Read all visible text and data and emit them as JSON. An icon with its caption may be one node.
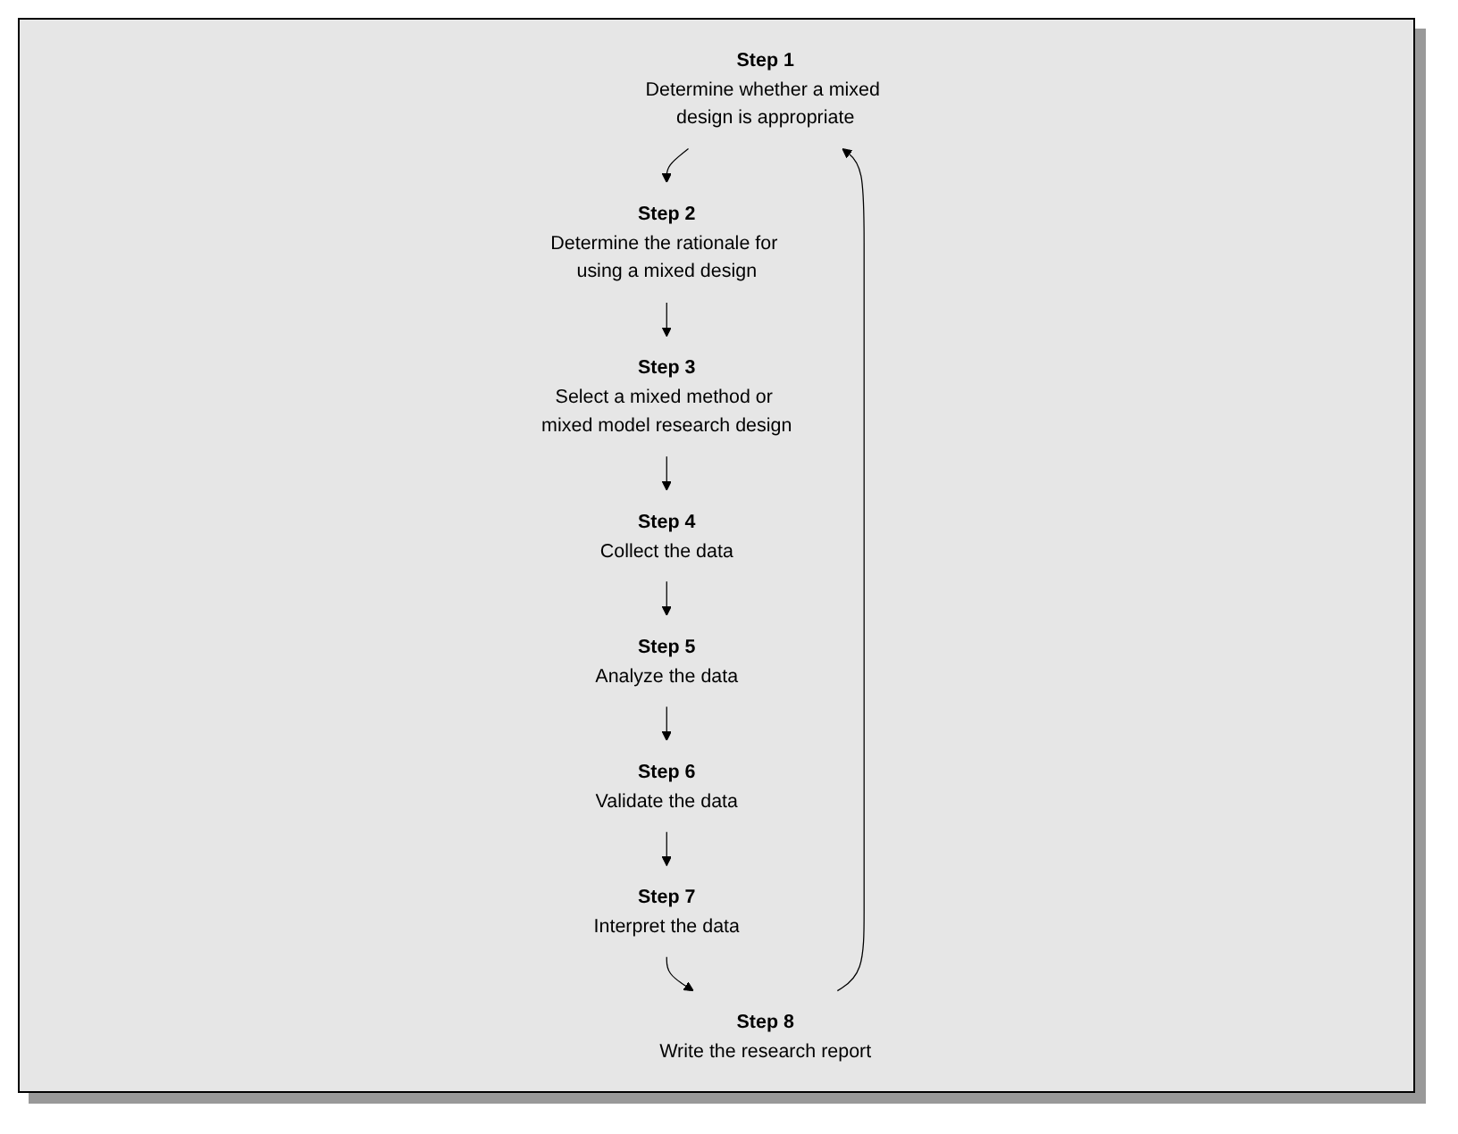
{
  "diagram": {
    "nodes": [
      {
        "text": [
          "Step 1",
          "Determine whether a mixed design is appropriate"
        ]
      },
      {
        "text": [
          "Step 2",
          "Determine the rationale for using a mixed design"
        ]
      },
      {
        "text": [
          "Step 3",
          "Select a mixed method or mixed model research design"
        ]
      },
      {
        "text": [
          "Step 4",
          "Collect the data"
        ]
      },
      {
        "text": [
          "Step 5",
          "Analyze the data"
        ]
      },
      {
        "text": [
          "Step 6",
          "Validate the data"
        ]
      },
      {
        "text": [
          "Step 7",
          "Interpret the data"
        ]
      },
      {
        "text": [
          "Step 8",
          "Write the research report"
        ]
      }
    ],
    "edges": [
      {
        "from": 0,
        "to": 1,
        "arrow": "to"
      },
      {
        "from": 1,
        "to": 2,
        "arrow": "to"
      },
      {
        "from": 2,
        "to": 3,
        "arrow": "to"
      },
      {
        "from": 3,
        "to": 4,
        "arrow": "to"
      },
      {
        "from": 4,
        "to": 5,
        "arrow": "to"
      },
      {
        "from": 5,
        "to": 6,
        "arrow": "to"
      },
      {
        "from": 6,
        "to": 7,
        "arrow": "to"
      },
      {
        "from": 7,
        "to": 0,
        "arrow": "to"
      }
    ]
  }
}
